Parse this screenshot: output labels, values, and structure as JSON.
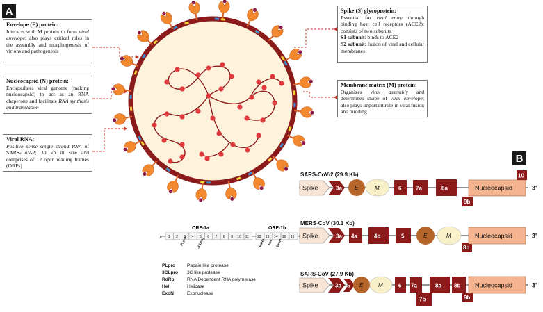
{
  "panel_a": {
    "label": "A",
    "boxes": {
      "envelope": {
        "title": "Envelope (E) protein:",
        "p1": "Interacts with M protein to form ",
        "i1": "viral envelope",
        "p2": "; also plays critical roles in the assembly and morphogenesis of virions and pathogenesis"
      },
      "nucleocapsid": {
        "title": "Nucleocapsid (N) protein:",
        "p1": "Encapsulates viral genome (making nucleocapsid) to act as an RNA chaperone and facilitate ",
        "i1": "RNA synthesis and translation"
      },
      "viral_rna": {
        "title": "Viral RNA:",
        "i1": "Positive sense single strand RNA",
        "p1": " of SARS-CoV-2; 30 kb in size and comprises of 12 open reading frames (ORFs)"
      },
      "spike": {
        "title": "Spike (S) glycoprotein:",
        "p1": "Essential for ",
        "i1": "viral entry",
        "p2": " through binding host cell receptors (ACE2); consists of two subunits",
        "s1_label": "S1 subunit",
        "s1_text": ": binds to ACE2",
        "s2_label": "S2 subunit",
        "s2_text": ": fusion of viral and cellular membranes"
      },
      "membrane": {
        "title": "Membrane matrix (M) protein:",
        "p1": "Organizes ",
        "i1": "viral assembly",
        "p2": " and determines shape of ",
        "i2": "viral envelope",
        "p3": "; also plays important role in viral fusion and budding"
      }
    }
  },
  "panel_b": {
    "label": "B",
    "genomes": [
      {
        "title": "SARS-CoV-2 (29.9 Kb)",
        "end": "3'",
        "spike": "Spike",
        "orf3a": "3a",
        "e": "E",
        "m": "M",
        "orf6": "6",
        "orf7a": "7a",
        "orf8a": "8a",
        "n": "Nucleocapsid",
        "orf10": "10",
        "orf9b": "9b"
      },
      {
        "title": "MERS-CoV (30.1 Kb)",
        "end": "3'",
        "spike": "Spike",
        "orf3a": "3a",
        "orf4a": "4a",
        "orf4b": "4b",
        "orf5": "5",
        "e": "E",
        "m": "M",
        "n": "Nucleocapsid",
        "orf8b": "8b"
      },
      {
        "title": "SARS-CoV (27.9 Kb)",
        "end": "3'",
        "spike": "Spike",
        "orf3a": "3a",
        "orf3b": "3b",
        "e": "E",
        "m": "M",
        "orf6": "6",
        "orf7a": "7a",
        "orf7b": "7b",
        "orf8a": "8a",
        "orf8b": "8b",
        "n": "Nucleocapsid",
        "orf9b": "9b"
      }
    ],
    "orf1": {
      "orf1a_label": "ORF-1a",
      "orf1b_label": "ORF-1b",
      "five_prime": "5'",
      "segments_a": [
        "1",
        "2",
        "3",
        "4",
        "5",
        "6",
        "7",
        "8",
        "9",
        "10",
        "11"
      ],
      "segments_b": [
        "12",
        "13",
        "14",
        "15",
        "16"
      ],
      "site_labels": [
        "PLpro",
        "3CLpro",
        "RdRp",
        "Hel",
        "ExoN"
      ]
    },
    "legend": [
      {
        "key": "PLpro",
        "value": "Papain like protease"
      },
      {
        "key": "3CLpro",
        "value": "3C like protease"
      },
      {
        "key": "RdRp",
        "value": "RNA Dependent RNA polymerase"
      },
      {
        "key": "Hel",
        "value": "Helicase"
      },
      {
        "key": "ExoN",
        "value": "Exonuclease"
      }
    ]
  },
  "colors": {
    "maroon": "#8b1a1a",
    "orange": "#e8782a",
    "tan": "#f3b48f",
    "cream": "#fdf3dc",
    "brown": "#b5642a",
    "light": "#f7f0c8",
    "spike_block": "#f7e4d4"
  }
}
